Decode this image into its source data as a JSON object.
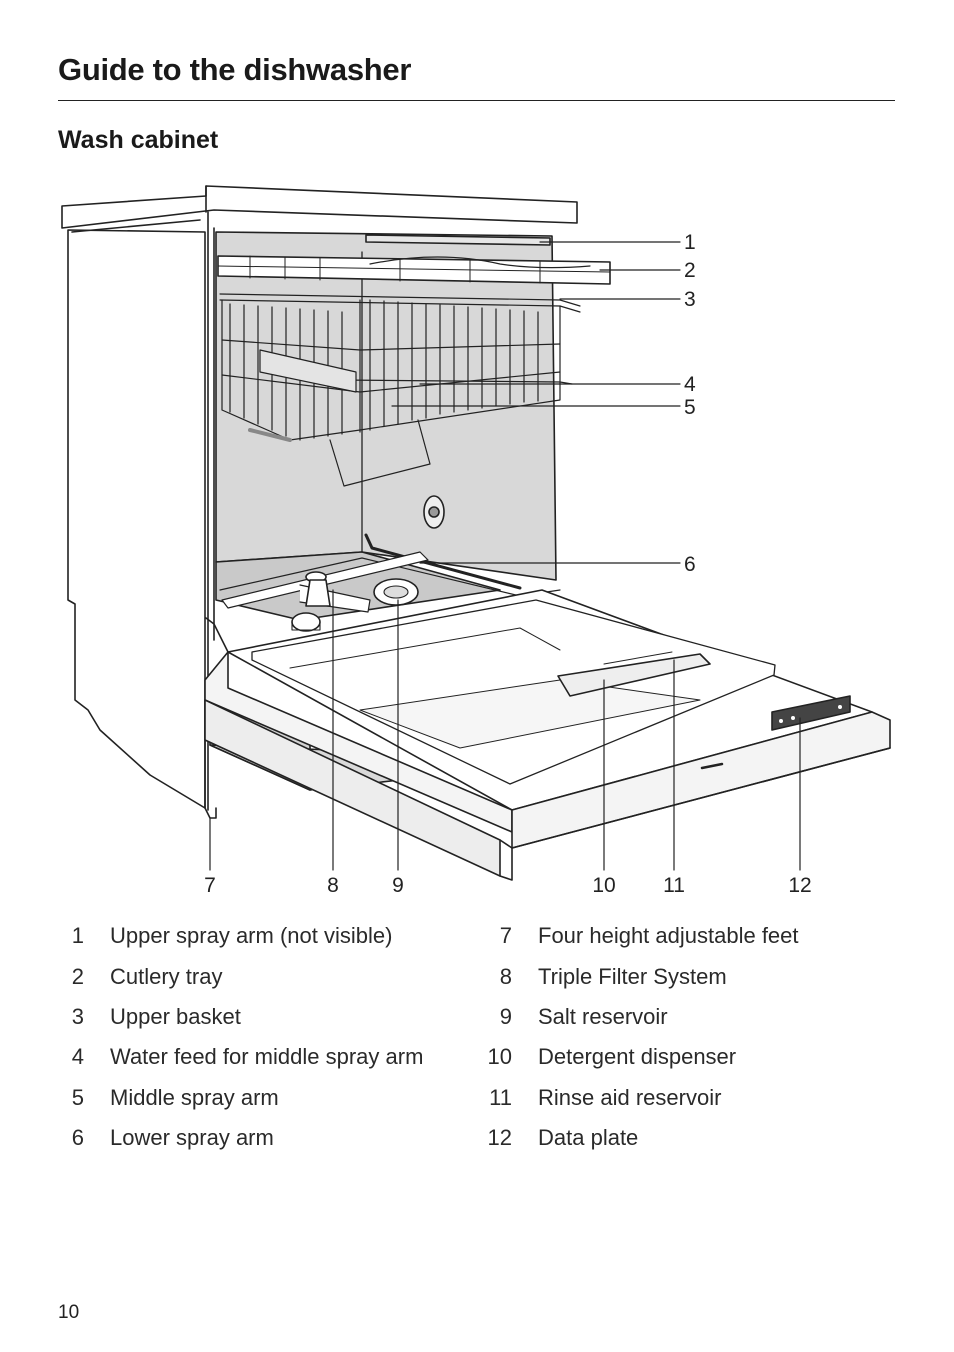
{
  "page": {
    "title": "Guide to the dishwasher",
    "subtitle": "Wash cabinet",
    "page_number": "10"
  },
  "callouts": [
    {
      "number": "1",
      "label": "Upper spray arm (not visible)"
    },
    {
      "number": "2",
      "label": "Cutlery tray"
    },
    {
      "number": "3",
      "label": "Upper basket"
    },
    {
      "number": "4",
      "label": "Water feed for middle spray arm"
    },
    {
      "number": "5",
      "label": "Middle spray arm"
    },
    {
      "number": "6",
      "label": "Lower spray arm"
    },
    {
      "number": "7",
      "label": "Four height adjustable feet"
    },
    {
      "number": "8",
      "label": "Triple Filter System"
    },
    {
      "number": "9",
      "label": "Salt reservoir"
    },
    {
      "number": "10",
      "label": "Detergent dispenser"
    },
    {
      "number": "11",
      "label": "Rinse aid reservoir"
    },
    {
      "number": "12",
      "label": "Data plate"
    }
  ]
}
